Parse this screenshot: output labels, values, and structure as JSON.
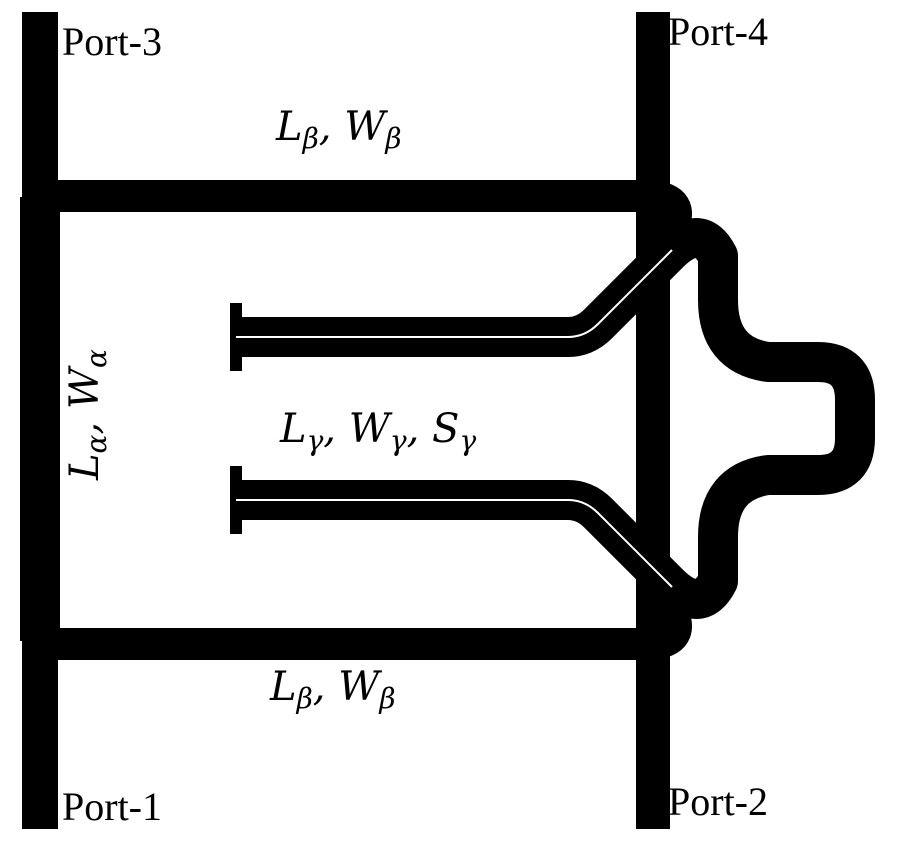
{
  "ports": {
    "port1": "Port-1",
    "port2": "Port-2",
    "port3": "Port-3",
    "port4": "Port-4"
  },
  "labels": {
    "beta_top": {
      "L": "L",
      "L_sub": "β",
      "sep": ", ",
      "W": "W",
      "W_sub": "β"
    },
    "beta_bottom": {
      "L": "L",
      "L_sub": "β",
      "sep": ", ",
      "W": "W",
      "W_sub": "β"
    },
    "alpha": {
      "L": "L",
      "L_sub": "α",
      "sep": ", ",
      "W": "W",
      "W_sub": "α"
    },
    "gamma": {
      "L": "L",
      "L_sub": "γ",
      "sep1": ", ",
      "W": "W",
      "W_sub": "γ",
      "sep2": ", ",
      "S": "S",
      "S_sub": "γ"
    }
  },
  "colors": {
    "line": "#000000",
    "background": "#ffffff",
    "slit": "#ffffff"
  }
}
